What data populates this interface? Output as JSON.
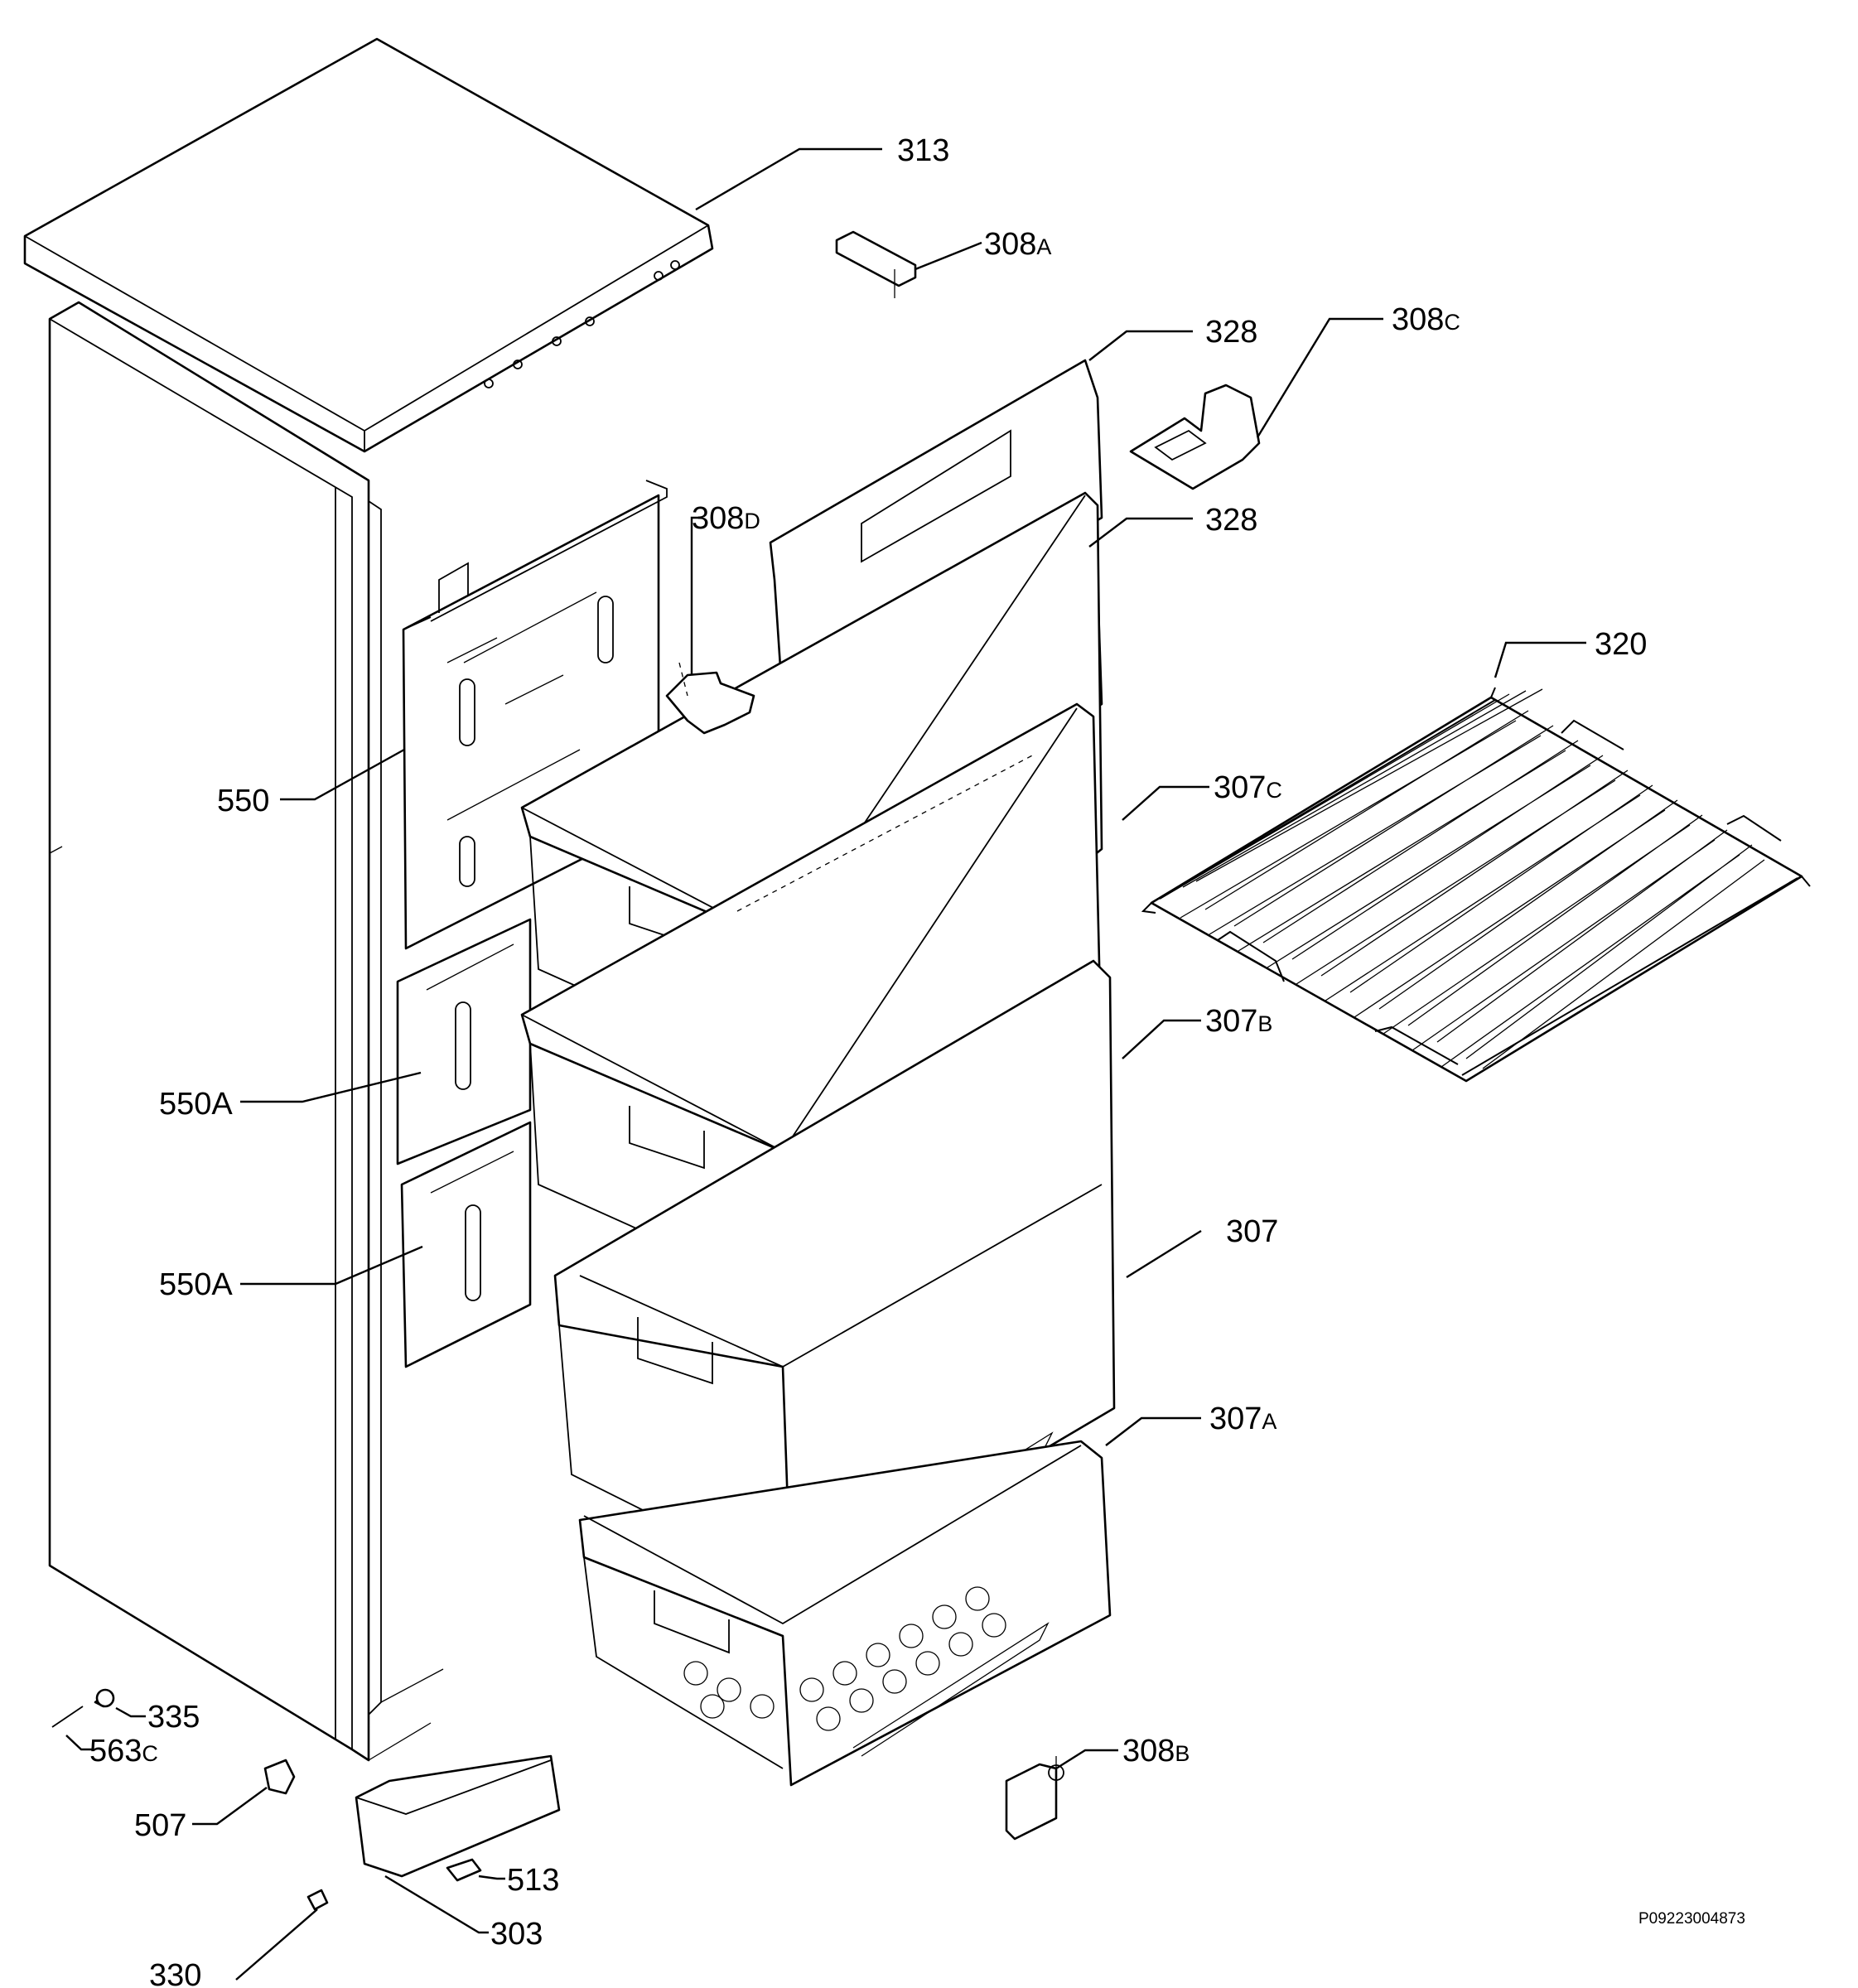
{
  "labels": {
    "l313": {
      "main": "313",
      "sub": ""
    },
    "l308a": {
      "main": "308",
      "sub": "A"
    },
    "l308c": {
      "main": "308",
      "sub": "C"
    },
    "l328a": {
      "main": "328",
      "sub": ""
    },
    "l328b": {
      "main": "328",
      "sub": ""
    },
    "l308d": {
      "main": "308",
      "sub": "D"
    },
    "l320": {
      "main": "320",
      "sub": ""
    },
    "l550": {
      "main": "550",
      "sub": ""
    },
    "l307c": {
      "main": "307",
      "sub": "C"
    },
    "l307b": {
      "main": "307",
      "sub": "B"
    },
    "l550a1": {
      "main": "550A",
      "sub": ""
    },
    "l307": {
      "main": "307",
      "sub": ""
    },
    "l550a2": {
      "main": "550A",
      "sub": ""
    },
    "l307a": {
      "main": "307",
      "sub": "A"
    },
    "l335": {
      "main": "335",
      "sub": ""
    },
    "l563c": {
      "main": "563",
      "sub": "C"
    },
    "l507": {
      "main": "507",
      "sub": ""
    },
    "l308b": {
      "main": "308",
      "sub": "B"
    },
    "l513": {
      "main": "513",
      "sub": ""
    },
    "l303": {
      "main": "303",
      "sub": ""
    },
    "l330": {
      "main": "330",
      "sub": ""
    }
  },
  "drawing_code": "P09223004873"
}
